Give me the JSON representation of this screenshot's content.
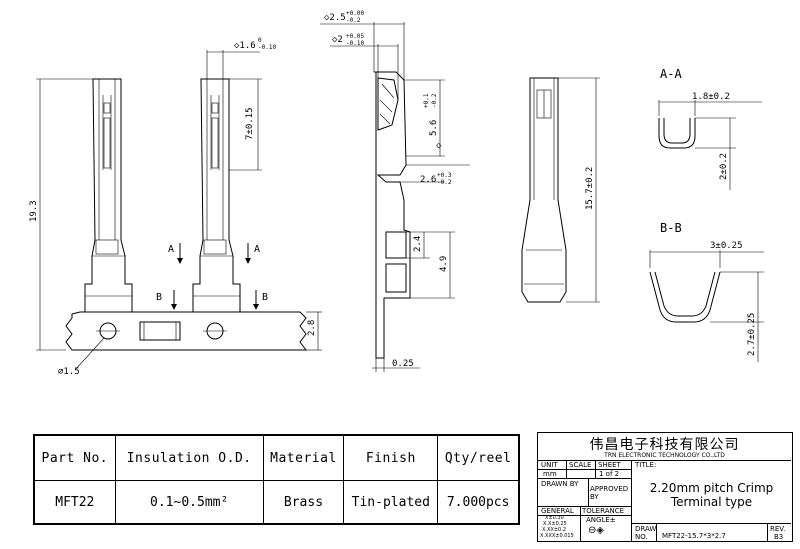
{
  "dims": {
    "d_2_5": "2.5",
    "d_2_5_tol_upper": "+0.00",
    "d_2_5_tol_lower": "-0.2",
    "d_2": "2",
    "d_2_tol_upper": "+0.05",
    "d_2_tol_lower": "-0.10",
    "d_1_6": "1.6",
    "d_1_6_tol_upper": "0",
    "d_1_6_tol_lower": "-0.10",
    "d_7": "7±0.15",
    "d_19_3": "19.3",
    "d_5_6": "5.6",
    "d_5_6_tol_upper": "+0.1",
    "d_5_6_tol_lower": "-0.2",
    "d_2_6": "2.6",
    "d_2_6_tol_upper": "+0.3",
    "d_2_6_tol_lower": "-0.2",
    "d_2_4": "2.4",
    "d_4_9": "4.9",
    "d_0_25": "0.25",
    "d_2_8": "2.8",
    "d_1_5": "⌀1.5",
    "d_15_7": "15.7±0.2",
    "aa_width": "1.8±0.2",
    "aa_height": "2±0.2",
    "bb_width": "3±0.25",
    "bb_height": "2.7±0.25",
    "diamond": "◇",
    "section_a": "A",
    "section_b": "B",
    "section_aa": "A-A",
    "section_bb": "B-B"
  },
  "spec_table": {
    "headers": [
      "Part No.",
      "Insulation O.D.",
      "Material",
      "Finish",
      "Qty/reel"
    ],
    "row": [
      "MFT22",
      "0.1~0.5mm²",
      "Brass",
      "Tin-plated",
      "7.000pcs"
    ]
  },
  "title_block": {
    "company_cn": "伟昌电子科技有限公司",
    "company_en": "TRN ELECTRONIC TECHNOLOGY CO.,LTD",
    "unit_label": "UNIT",
    "unit_value": "mm",
    "scale_label": "SCALE",
    "sheet_label": "SHEET",
    "sheet_value": "1 of 2",
    "title_label": "TITLE:",
    "title_line1": "2.20mm pitch Crimp",
    "title_line2": "Terminal type",
    "drawn_by": "DRAWN BY",
    "approved_by_1": "APPROVED",
    "approved_by_2": "BY",
    "general_label": "GENERAL",
    "tolerance_label": "TOLERANCE",
    "tol_1": "X±0.30",
    "tol_2": "X.X±0.25",
    "tol_3": "X.XX±0.2",
    "tol_4": "X.XXX±0.015",
    "angle_label": "ANGLE±",
    "projection": "⊖◈",
    "draw_no_label_1": "DRAW",
    "draw_no_label_2": "NO.",
    "draw_no": "MFT22-15.7*3*2.7",
    "rev_label": "REV.",
    "rev_value": "B3"
  }
}
